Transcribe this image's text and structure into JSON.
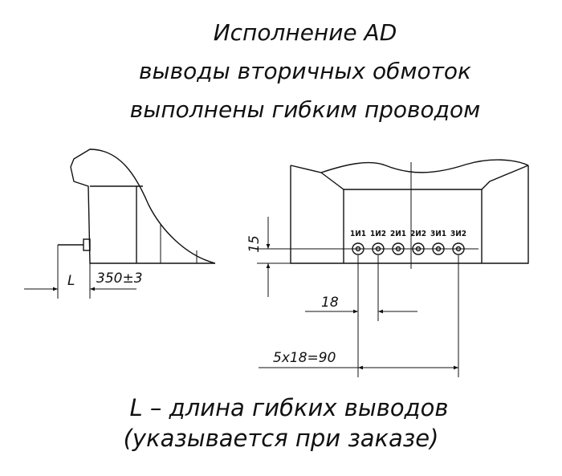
{
  "title": {
    "line1": "Исполнение AD",
    "line2": "выводы вторичных обмоток",
    "line3": "выполнены гибким проводом"
  },
  "side_view": {
    "dim_L": "L",
    "dim_350": "350±3"
  },
  "front_view": {
    "dim_15": "15",
    "dim_18": "18",
    "dim_5x18": "5x18=90",
    "terminals": [
      "1И1",
      "1И2",
      "2И1",
      "2И2",
      "3И1",
      "3И2"
    ]
  },
  "note": {
    "line1": "L – длина гибких выводов",
    "line2": "(указывается при заказе)"
  }
}
